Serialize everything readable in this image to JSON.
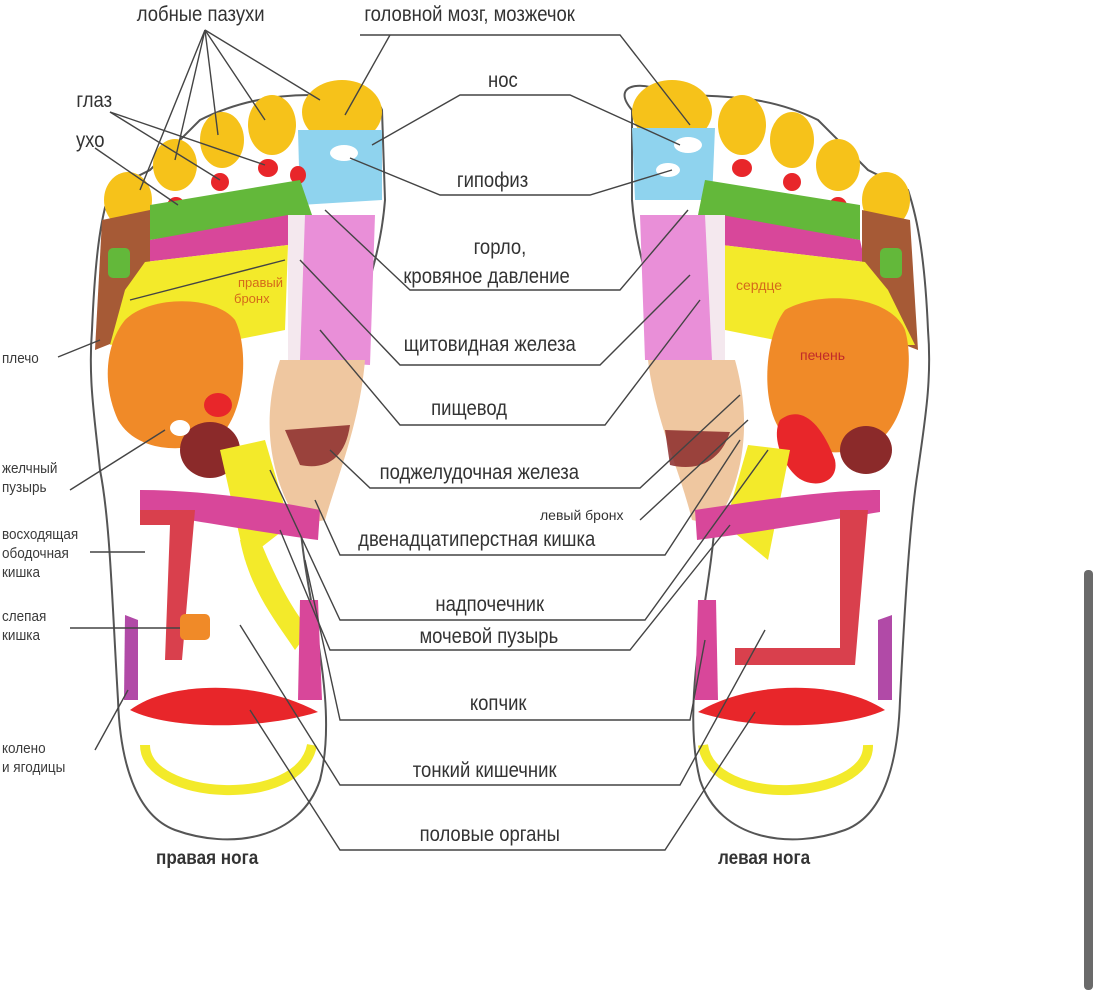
{
  "labels": {
    "sinuses": "лобные пазухи",
    "brain": "головной мозг, мозжечок",
    "nose": "нос",
    "pituitary": "гипофиз",
    "throat_1": "горло,",
    "throat_2": "кровяное давление",
    "thyroid": "щитовидная железа",
    "esophagus": "пищевод",
    "pancreas": "поджелудочная железа",
    "left_bronchus": "левый бронх",
    "duodenum": "двенадцатиперстная кишка",
    "adrenal": "надпочечник",
    "bladder": "мочевой пузырь",
    "coccyx": "копчик",
    "small_intestine": "тонкий кишечник",
    "genitals": "половые органы",
    "eye": "глаз",
    "ear": "ухо",
    "shoulder": "плечо",
    "gallbladder_1": "желчный",
    "gallbladder_2": "пузырь",
    "colon_1": "восходящая",
    "colon_2": "ободочная",
    "colon_3": "кишка",
    "cecum_1": "слепая",
    "cecum_2": "кишка",
    "knee_1": "колено",
    "knee_2": "и ягодицы",
    "right_bronchus_1": "правый",
    "right_bronchus_2": "бронх",
    "heart": "сердце",
    "liver": "печень",
    "right_foot": "правая нога",
    "left_foot": "левая нога"
  },
  "colors": {
    "toe_yellow": "#f6c21a",
    "blue": "#8fd3ee",
    "green": "#63b83a",
    "magenta": "#d8479a",
    "yellow": "#f3ea2a",
    "orange": "#f08a28",
    "pink": "#e98fd8",
    "tan": "#efc7a0",
    "brown": "#a65a36",
    "maroon": "#8b2a2a",
    "red": "#e8262a",
    "purple": "#b14aa7",
    "line": "#444444"
  }
}
